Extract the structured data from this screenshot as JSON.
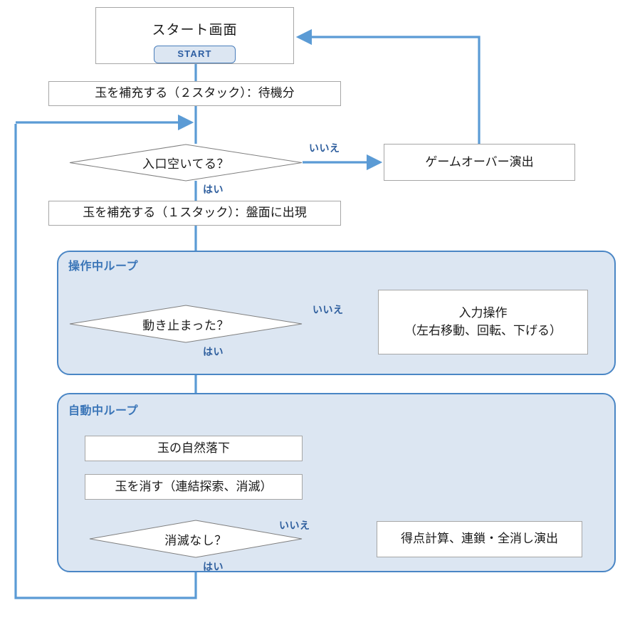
{
  "diagram": {
    "title_text": "",
    "colors": {
      "connector": "#5b9bd5",
      "group_fill": "#dce6f2",
      "group_border": "#4a86c5",
      "group_title": "#3b76b8",
      "node_border": "#a6a6a6",
      "node_fill": "#ffffff",
      "label_text": "#2f5f9e",
      "start_button_fill": "#dce6f2",
      "start_button_text": "#2e5fa3"
    },
    "nodes": {
      "start_screen": {
        "title": "スタート画面",
        "button_label": "START"
      },
      "refill_two_stack": "玉を補充する（２スタック）：待機分",
      "entrance_free": "入口空いてる？",
      "game_over": "ゲームオーバー演出",
      "refill_one_stack": "玉を補充する（１スタック）：盤面に出現",
      "stopped_moving": "動き止まった？",
      "input_operation_line1": "入力操作",
      "input_operation_line2": "（左右移動、回転、下げる）",
      "natural_fall": "玉の自然落下",
      "erase_balls": "玉を消す（連結探索、消滅）",
      "no_erase": "消滅なし？",
      "score_calc": "得点計算、連鎖・全消し演出"
    },
    "groups": {
      "operating_loop": "操作中ループ",
      "auto_loop": "自動中ループ"
    },
    "edge_labels": {
      "entrance_no": "いいえ",
      "entrance_yes": "はい",
      "stopped_no": "いいえ",
      "stopped_yes": "はい",
      "erase_no": "いいえ",
      "erase_yes": "はい"
    }
  }
}
